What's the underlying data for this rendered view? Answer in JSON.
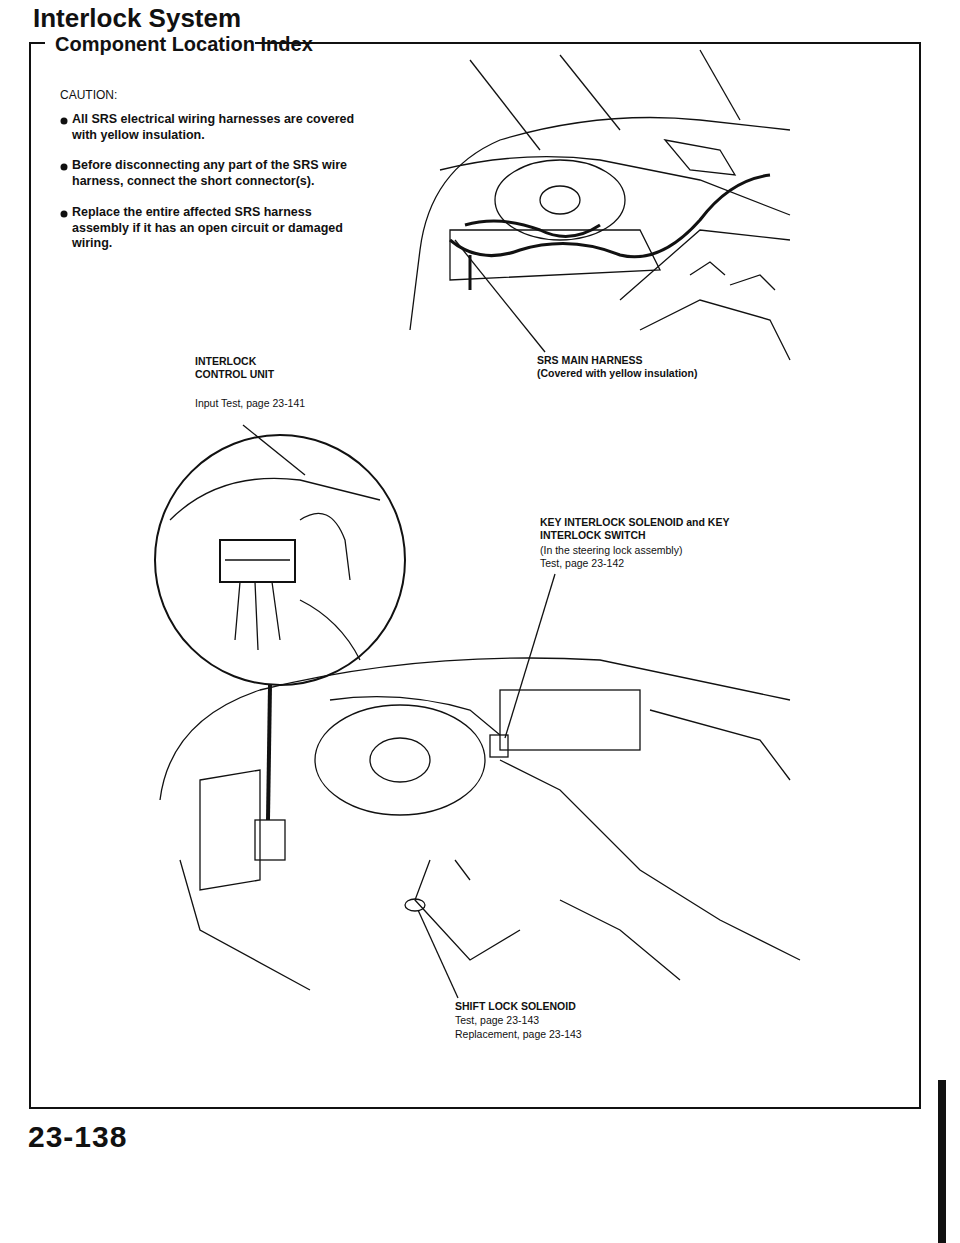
{
  "diagram": {
    "title": "Interlock System",
    "labels": [
      "Component Location Index",
      "CAUTION:",
      "All SRS electrical wiring harnesses are covered with yellow insulation.",
      "Before disconnecting any part of the SRS wire harness, connect the short connector(s).",
      "Replace the entire affected SRS harness assembly if it has an open circuit or damaged wiring.",
      "INTERLOCK CONTROL UNIT",
      "Input Test, page 23-141",
      "SRS MAIN HARNESS",
      "(Covered with yellow insulation)",
      "KEY INTERLOCK SOLENOID and KEY INTERLOCK SWITCH",
      "(In the steering lock assembly)",
      "Test, page 23-142",
      "SHIFT LOCK SOLENOID",
      "Test, page 23-143",
      "Replacement, page 23-143",
      "23-138"
    ]
  }
}
